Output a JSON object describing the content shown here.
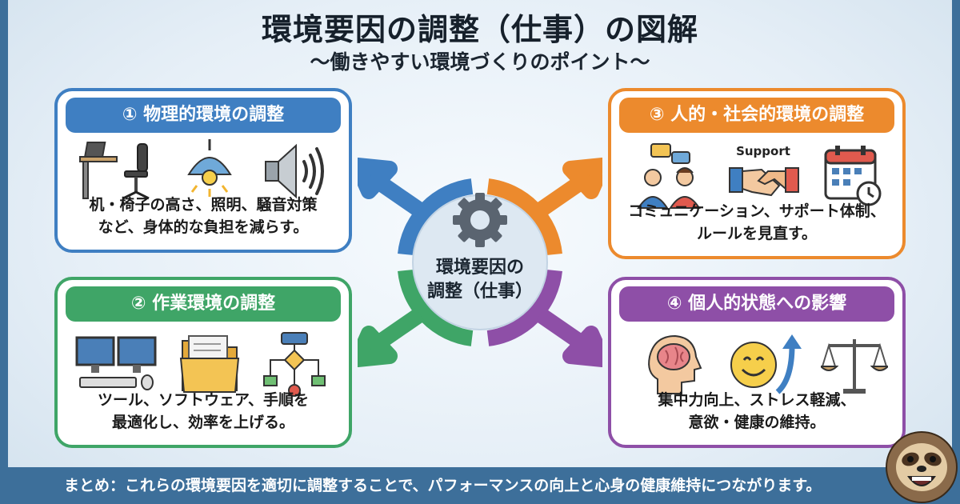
{
  "header": {
    "title": "環境要因の調整（仕事）の図解",
    "subtitle": "〜働きやすい環境づくりのポイント〜"
  },
  "center": {
    "line1": "環境要因の",
    "line2": "調整（仕事）",
    "icon": "gear-icon"
  },
  "cards": [
    {
      "heading": "① 物理的環境の調整",
      "line1": "机・椅子の高さ、照明、騒音対策",
      "line2": "など、身体的な負担を減らす。",
      "color": "#3f7fc2",
      "icons": [
        "desk-chair-icon",
        "lamp-icon",
        "speaker-icon"
      ]
    },
    {
      "heading": "② 作業環境の調整",
      "line1": "ツール、ソフトウェア、手順を",
      "line2": "最適化し、効率を上げる。",
      "color": "#3fa567",
      "icons": [
        "monitors-icon",
        "folder-icon",
        "flowchart-icon"
      ]
    },
    {
      "heading": "③ 人的・社会的環境の調整",
      "line1": "コミュニケーション、サポート体制、",
      "line2": "ルールを見直す。",
      "color": "#ec8a2d",
      "icons": [
        "people-chat-icon",
        "handshake-icon",
        "calendar-icon"
      ],
      "icon_label": "Support"
    },
    {
      "heading": "④ 個人的状態への影響",
      "line1": "集中力向上、ストレス軽減、",
      "line2": "意欲・健康の維持。",
      "color": "#8e4fa7",
      "icons": [
        "brain-head-icon",
        "smile-up-icon",
        "balance-scale-icon"
      ]
    }
  ],
  "footer": {
    "text": "まとめ：これらの環境要因を適切に調整することで、パフォーマンスの向上と心身の健康維持につながります。"
  },
  "mascot": "sloth-icon"
}
